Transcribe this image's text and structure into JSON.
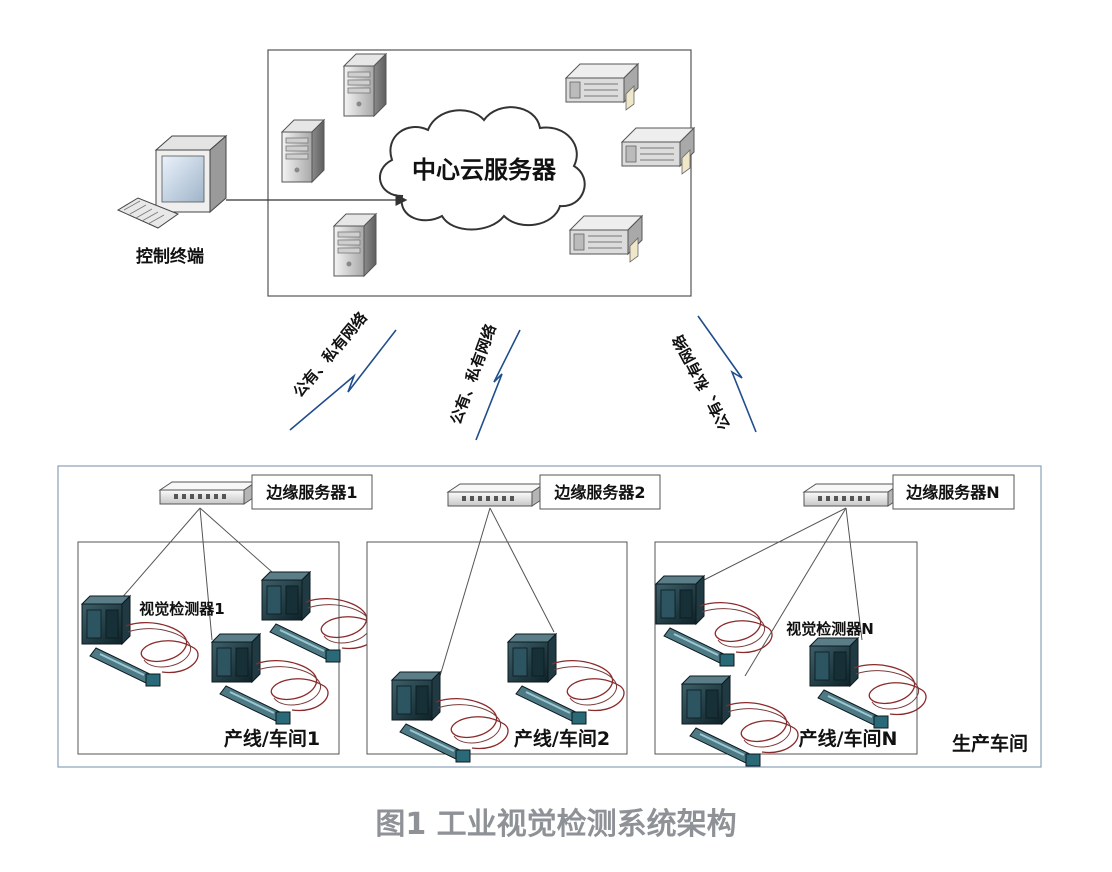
{
  "cloud": {
    "label": "中心云服务器"
  },
  "control": {
    "label": "控制终端"
  },
  "links": [
    {
      "label": "公有、私有网络"
    },
    {
      "label": "公有、私有网络"
    },
    {
      "label": "公有、私有网络"
    }
  ],
  "edge_servers": [
    {
      "label": "边缘服务器1"
    },
    {
      "label": "边缘服务器2"
    },
    {
      "label": "边缘服务器N"
    }
  ],
  "detectors": [
    {
      "label": "视觉检测器1"
    },
    {
      "label": "视觉检测器N"
    }
  ],
  "lines": [
    {
      "label": "产线/车间1"
    },
    {
      "label": "产线/车间2"
    },
    {
      "label": "产线/车间N"
    }
  ],
  "workshop": {
    "label": "生产车间"
  },
  "caption": {
    "label": "图1 工业视觉检测系统架构"
  },
  "colors": {
    "frame": "#555555",
    "workshop_frame": "#8aa0b8",
    "link": "#1f4e8c",
    "caption": "#8e9297"
  }
}
